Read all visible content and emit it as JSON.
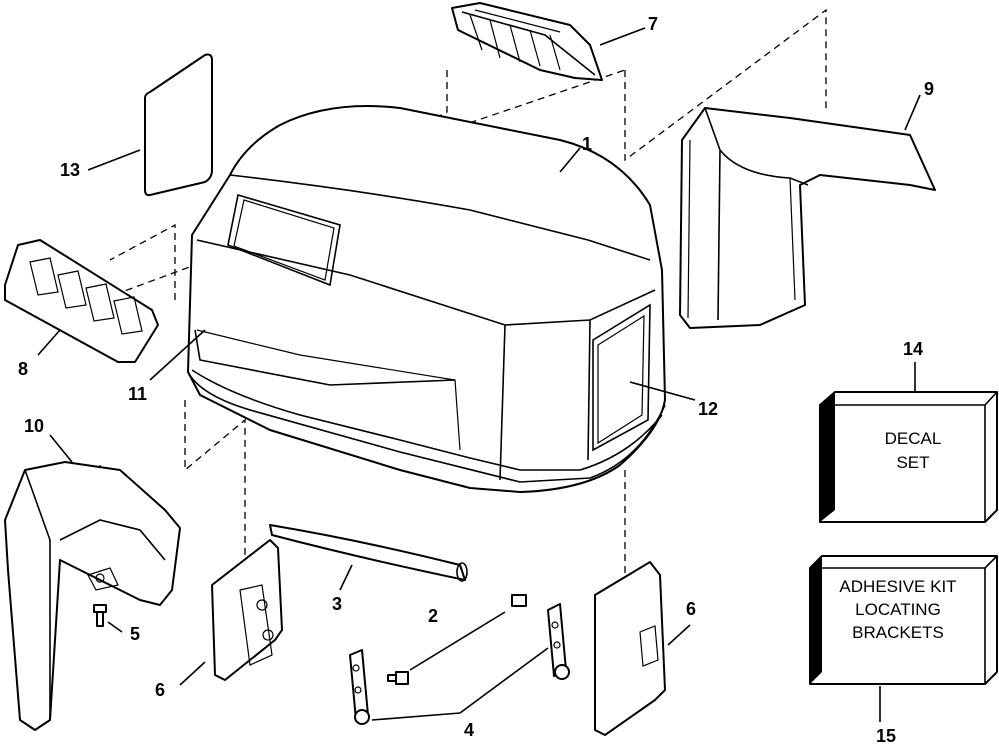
{
  "parts": [
    {
      "id": "1",
      "label": "1"
    },
    {
      "id": "2",
      "label": "2"
    },
    {
      "id": "3",
      "label": "3"
    },
    {
      "id": "4",
      "label": "4"
    },
    {
      "id": "5",
      "label": "5"
    },
    {
      "id": "6a",
      "label": "6"
    },
    {
      "id": "6b",
      "label": "6"
    },
    {
      "id": "7",
      "label": "7"
    },
    {
      "id": "8",
      "label": "8"
    },
    {
      "id": "9",
      "label": "9"
    },
    {
      "id": "10",
      "label": "10"
    },
    {
      "id": "11",
      "label": "11"
    },
    {
      "id": "12",
      "label": "12"
    },
    {
      "id": "13",
      "label": "13"
    },
    {
      "id": "14",
      "label": "14"
    },
    {
      "id": "15",
      "label": "15"
    }
  ],
  "decal_set": {
    "line1": "DECAL",
    "line2": "SET"
  },
  "adhesive_kit": {
    "line1": "ADHESIVE KIT",
    "line2": "LOCATING",
    "line3": "BRACKETS"
  }
}
